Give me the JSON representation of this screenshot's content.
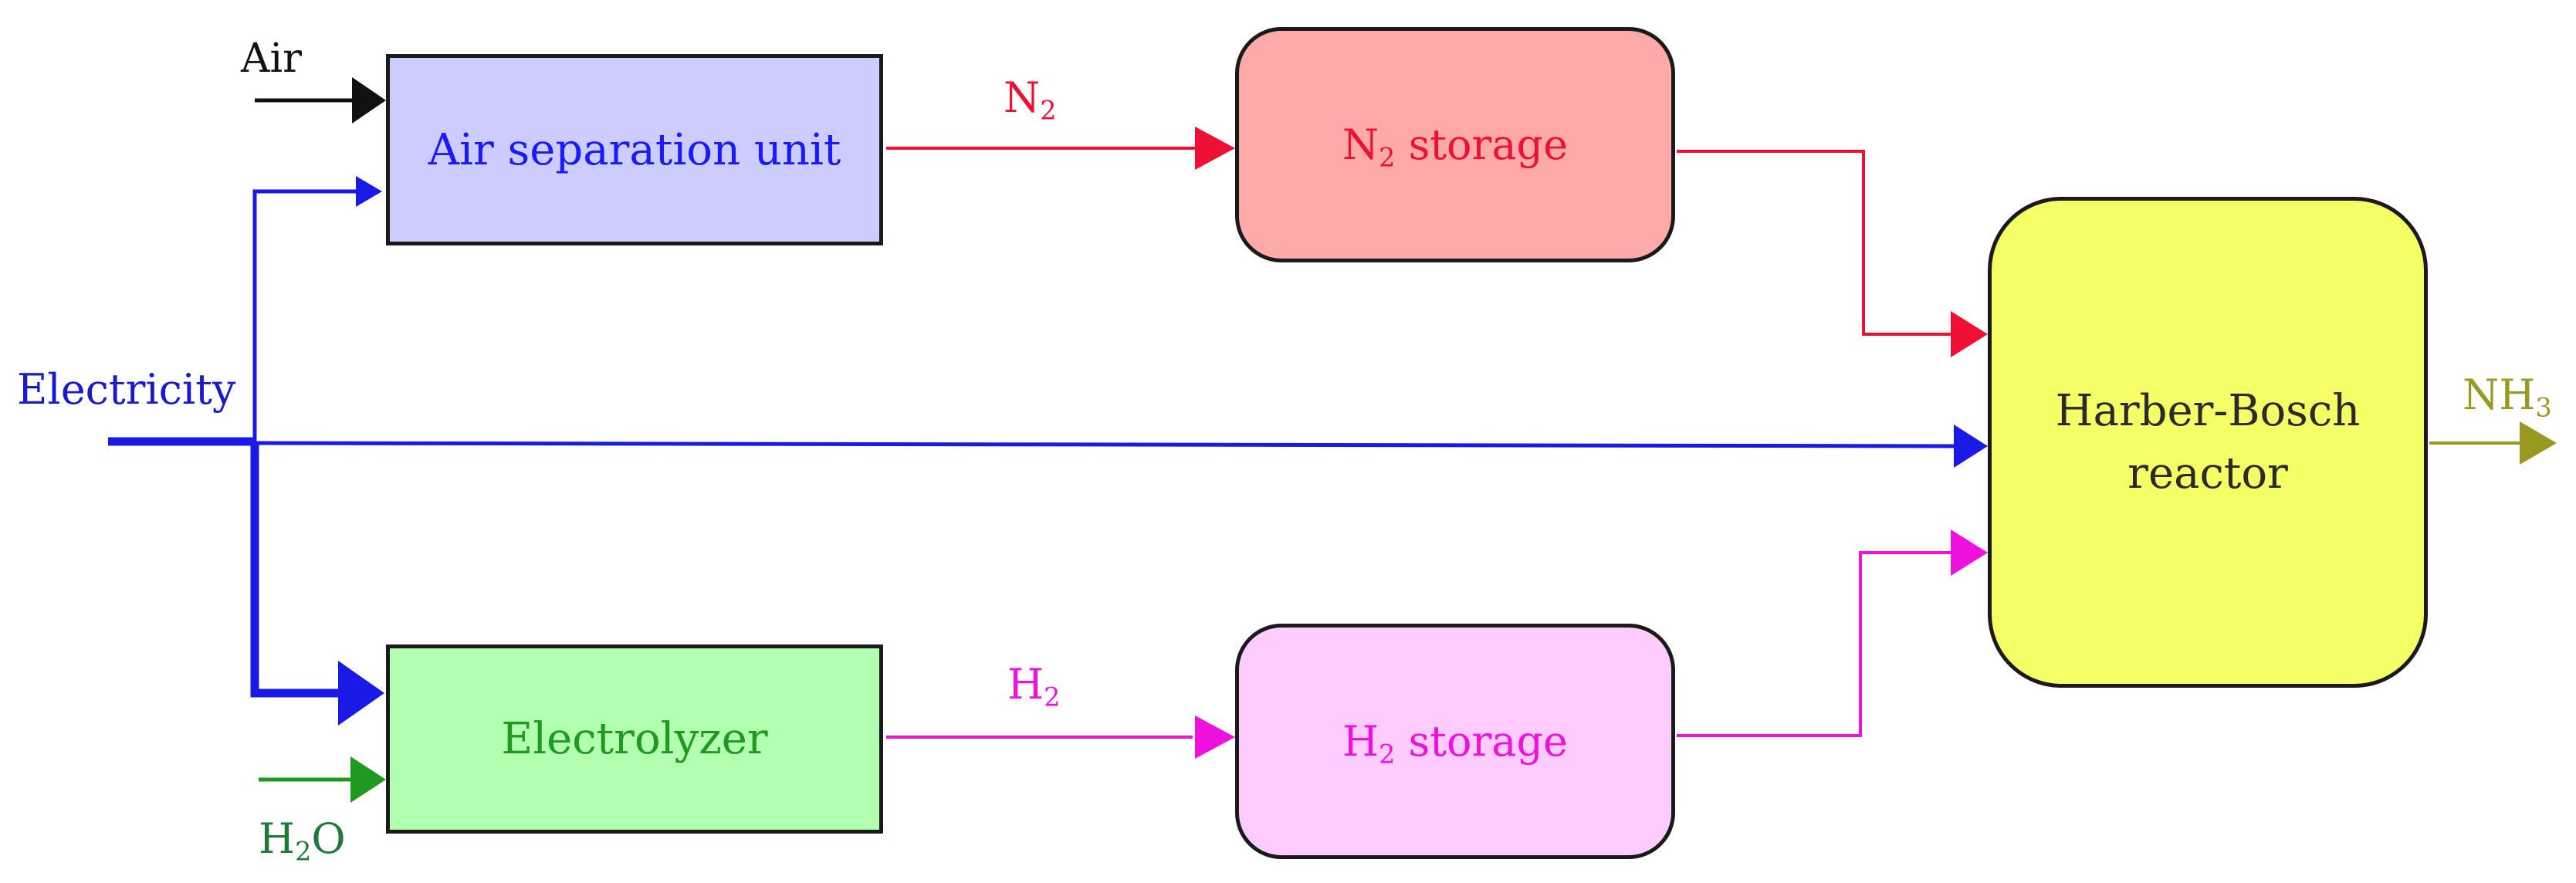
{
  "colors": {
    "air": "#111111",
    "electricity": "#1a1ae6",
    "water": "#1f9a1f",
    "nitrogen": "#ee1133",
    "hydrogen": "#ee11dd",
    "ammonia": "#999922",
    "asu_fill": "#ccccff",
    "electrolyzer_fill": "#b2ffb2",
    "n2_storage_fill": "#ffaaaa",
    "h2_storage_fill": "#ffccff",
    "reactor_fill": "#f5ff66"
  },
  "nodes": {
    "air_separation_unit": "Air separation unit",
    "electrolyzer": "Electrolyzer",
    "n2_storage": {
      "species": "N",
      "subscript": "2",
      "suffix": " storage"
    },
    "h2_storage": {
      "species": "H",
      "subscript": "2",
      "suffix": " storage"
    },
    "reactor": {
      "line1": "Harber-Bosch",
      "line2": "reactor"
    }
  },
  "inputs": {
    "air": "Air",
    "electricity": "Electricity",
    "water": {
      "species": "H",
      "subscript": "2",
      "suffix": "O"
    }
  },
  "flows": {
    "n2": {
      "species": "N",
      "subscript": "2"
    },
    "h2": {
      "species": "H",
      "subscript": "2"
    },
    "nh3": {
      "species": "NH",
      "subscript": "3"
    }
  },
  "edges": [
    {
      "from": "Air",
      "to": "Air separation unit"
    },
    {
      "from": "Electricity",
      "to": "Air separation unit"
    },
    {
      "from": "Electricity",
      "to": "Harber-Bosch reactor"
    },
    {
      "from": "Electricity",
      "to": "Electrolyzer"
    },
    {
      "from": "H2O",
      "to": "Electrolyzer"
    },
    {
      "from": "Air separation unit",
      "to": "N2 storage",
      "label": "N2"
    },
    {
      "from": "Electrolyzer",
      "to": "H2 storage",
      "label": "H2"
    },
    {
      "from": "N2 storage",
      "to": "Harber-Bosch reactor"
    },
    {
      "from": "H2 storage",
      "to": "Harber-Bosch reactor"
    },
    {
      "from": "Harber-Bosch reactor",
      "to": "NH3",
      "label": "NH3"
    }
  ]
}
